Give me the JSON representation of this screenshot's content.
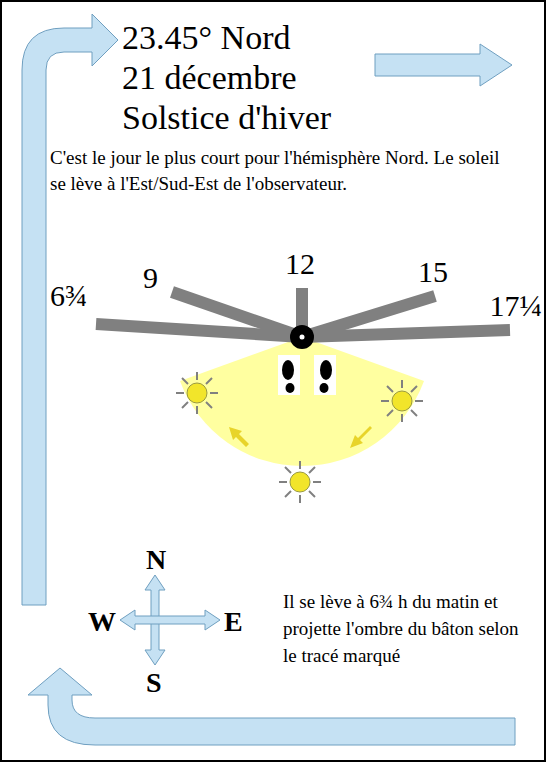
{
  "diagram": {
    "labels": [
      "23.45° Nord",
      "21 décembre",
      "Solstice d'hiver",
      "C'est le jour le plus court pour l'hémisphère Nord. Le soleil se lève à l'Est/Sud-Est de l'observateur.",
      "6¾",
      "9",
      "12",
      "15",
      "17¼",
      "N",
      "W",
      "E",
      "S",
      "Il se lève à 6¾ h du matin et projette l'ombre du bâton selon le tracé marqué"
    ]
  }
}
